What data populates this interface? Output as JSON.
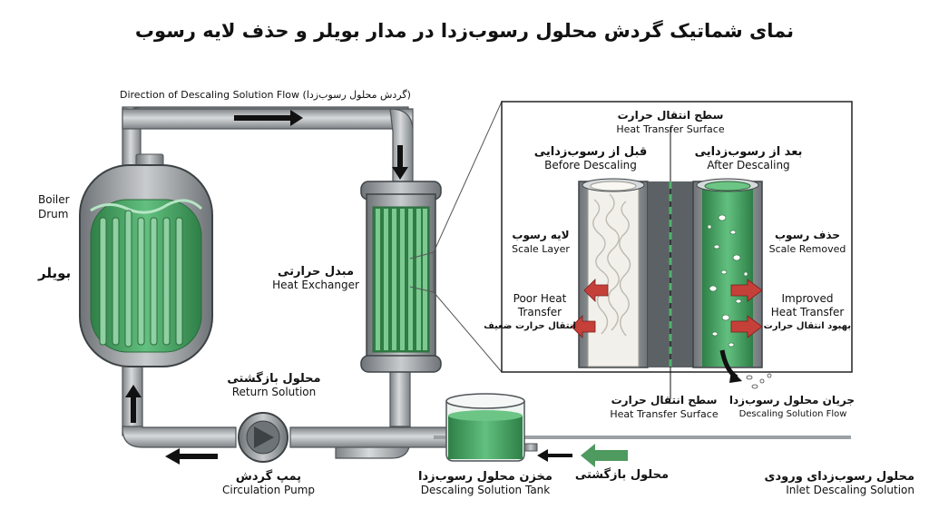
{
  "title": "نمای شماتیک گردش محلول رسوب‌زدا در مدار بویلر و حذف لایه رسوب",
  "flow_direction": {
    "en": "Direction of Descaling Solution Flow",
    "fa": "(گردش محلول رسوب‌زدا)"
  },
  "boiler": {
    "en_line1": "Boiler",
    "en_line2": "Drum",
    "fa": "بویلر"
  },
  "heat_exchanger": {
    "fa": "مبدل حرارتی",
    "en": "Heat Exchanger"
  },
  "return_solution": {
    "fa": "محلول بازگشتی",
    "en": "Return Solution"
  },
  "pump": {
    "fa": "پمپ گردش",
    "en": "Circulation Pump"
  },
  "tank": {
    "fa": "مخزن محلول رسوب‌زدا",
    "en": "Descaling Solution Tank"
  },
  "return_arrow_label": {
    "fa": "محلول بازگشتی"
  },
  "inlet": {
    "fa": "محلول رسوب‌زدای ورودی",
    "en": "Inlet Descaling Solution"
  },
  "detail": {
    "surface_top": {
      "fa": "سطح انتقال حرارت",
      "en": "Heat Transfer Surface"
    },
    "before": {
      "fa": "قبل از رسوب‌زدایی",
      "en": "Before Descaling"
    },
    "after": {
      "fa": "بعد از رسوب‌زدایی",
      "en": "After Descaling"
    },
    "scale_layer": {
      "fa": "لایه رسوب",
      "en": "Scale Layer"
    },
    "scale_removed": {
      "fa": "حذف رسوب",
      "en": "Scale Removed"
    },
    "poor_transfer": {
      "en_line1": "Poor Heat",
      "en_line2": "Transfer",
      "fa": "انتقال حرارت ضعیف"
    },
    "improved_transfer": {
      "en_line1": "Improved",
      "en_line2": "Heat Transfer",
      "fa": "بهبود انتقال حرارت"
    },
    "surface_bottom": {
      "fa": "سطح انتقال حرارت",
      "en": "Heat Transfer Surface"
    },
    "solution_flow": {
      "fa": "جریان محلول رسوب‌زدا",
      "en": "Descaling Solution Flow"
    }
  },
  "colors": {
    "pipe": "#a9aeb2",
    "pipe_dark": "#4f5458",
    "liquid": "#3e9d5c",
    "liquid_light": "#6cc585",
    "scale": "#f1f0ea",
    "heat_arrow": "#c6403a",
    "inlet_arrow": "#4f9a5f"
  }
}
